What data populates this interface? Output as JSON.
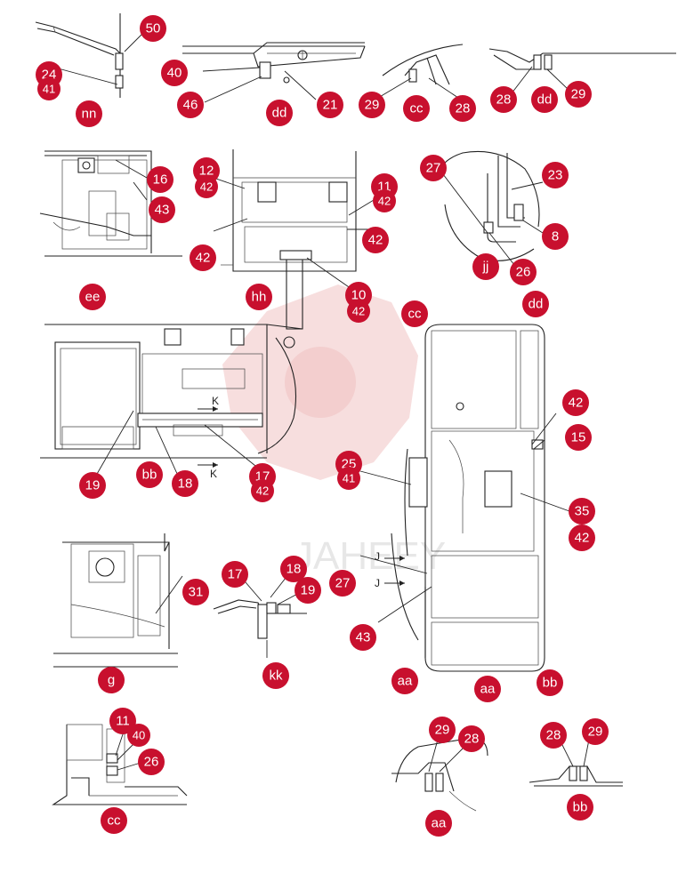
{
  "diagram": {
    "watermark_text": "JAHEEY",
    "section_arrows": {
      "k_top": "K",
      "k_bottom": "K",
      "j_top": "J",
      "j_bottom": "J"
    },
    "callouts": [
      {
        "id": "c-50",
        "label": "50"
      },
      {
        "id": "c-24",
        "label": "24"
      },
      {
        "id": "c-41a",
        "label": "41"
      },
      {
        "id": "c-nn",
        "label": "nn"
      },
      {
        "id": "c-40a",
        "label": "40"
      },
      {
        "id": "c-46",
        "label": "46"
      },
      {
        "id": "c-dd1",
        "label": "dd"
      },
      {
        "id": "c-21",
        "label": "21"
      },
      {
        "id": "c-29a",
        "label": "29"
      },
      {
        "id": "c-cc1",
        "label": "cc"
      },
      {
        "id": "c-28a",
        "label": "28"
      },
      {
        "id": "c-28b",
        "label": "28"
      },
      {
        "id": "c-dd2",
        "label": "dd"
      },
      {
        "id": "c-29b",
        "label": "29"
      },
      {
        "id": "c-16",
        "label": "16"
      },
      {
        "id": "c-43a",
        "label": "43"
      },
      {
        "id": "c-ee",
        "label": "ee"
      },
      {
        "id": "c-12",
        "label": "12"
      },
      {
        "id": "c-42a",
        "label": "42"
      },
      {
        "id": "c-11a",
        "label": "11"
      },
      {
        "id": "c-42b",
        "label": "42"
      },
      {
        "id": "c-42c",
        "label": "42"
      },
      {
        "id": "c-42d",
        "label": "42"
      },
      {
        "id": "c-hh",
        "label": "hh"
      },
      {
        "id": "c-10",
        "label": "10"
      },
      {
        "id": "c-42e",
        "label": "42"
      },
      {
        "id": "c-27a",
        "label": "27"
      },
      {
        "id": "c-23",
        "label": "23"
      },
      {
        "id": "c-8",
        "label": "8"
      },
      {
        "id": "c-jj",
        "label": "jj"
      },
      {
        "id": "c-26a",
        "label": "26"
      },
      {
        "id": "c-cc2",
        "label": "cc"
      },
      {
        "id": "c-dd3",
        "label": "dd"
      },
      {
        "id": "c-42f",
        "label": "42"
      },
      {
        "id": "c-15",
        "label": "15"
      },
      {
        "id": "c-19a",
        "label": "19"
      },
      {
        "id": "c-bb1",
        "label": "bb"
      },
      {
        "id": "c-18a",
        "label": "18"
      },
      {
        "id": "c-17a",
        "label": "17"
      },
      {
        "id": "c-42g",
        "label": "42"
      },
      {
        "id": "c-25",
        "label": "25"
      },
      {
        "id": "c-41b",
        "label": "41"
      },
      {
        "id": "c-35",
        "label": "35"
      },
      {
        "id": "c-42h",
        "label": "42"
      },
      {
        "id": "c-31",
        "label": "31"
      },
      {
        "id": "c-17b",
        "label": "17"
      },
      {
        "id": "c-18b",
        "label": "18"
      },
      {
        "id": "c-19b",
        "label": "19"
      },
      {
        "id": "c-27b",
        "label": "27"
      },
      {
        "id": "c-43b",
        "label": "43"
      },
      {
        "id": "c-g",
        "label": "g"
      },
      {
        "id": "c-kk",
        "label": "kk"
      },
      {
        "id": "c-aa1",
        "label": "aa"
      },
      {
        "id": "c-aa2",
        "label": "aa"
      },
      {
        "id": "c-bb2",
        "label": "bb"
      },
      {
        "id": "c-11b",
        "label": "11"
      },
      {
        "id": "c-40b",
        "label": "40"
      },
      {
        "id": "c-26b",
        "label": "26"
      },
      {
        "id": "c-cc3",
        "label": "cc"
      },
      {
        "id": "c-29c",
        "label": "29"
      },
      {
        "id": "c-28c",
        "label": "28"
      },
      {
        "id": "c-aa3",
        "label": "aa"
      },
      {
        "id": "c-28d",
        "label": "28"
      },
      {
        "id": "c-29d",
        "label": "29"
      },
      {
        "id": "c-bb3",
        "label": "bb"
      }
    ]
  }
}
